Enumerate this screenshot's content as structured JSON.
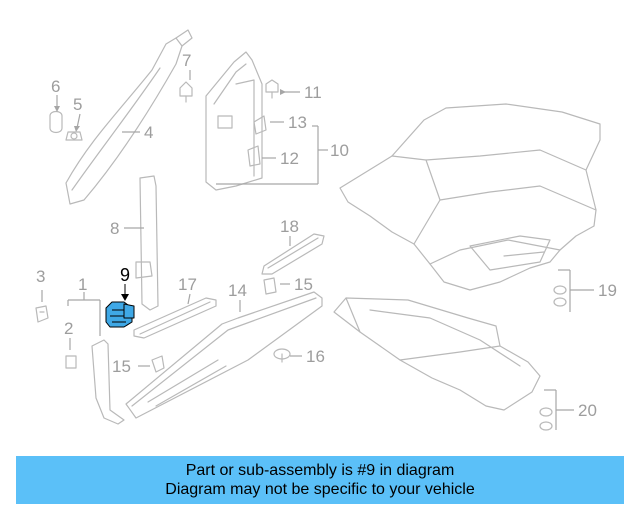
{
  "diagram": {
    "callouts": {
      "c1": "1",
      "c2": "2",
      "c3": "3",
      "c4": "4",
      "c5": "5",
      "c6": "6",
      "c7": "7",
      "c8": "8",
      "c9": "9",
      "c10": "10",
      "c11": "11",
      "c12": "12",
      "c13": "13",
      "c14": "14",
      "c15a": "15",
      "c15b": "15",
      "c16": "16",
      "c17": "17",
      "c18": "18",
      "c19": "19",
      "c20": "20"
    },
    "highlighted_part": "9",
    "highlight_color": "#3fa8e6"
  },
  "banner": {
    "line1": "Part or sub-assembly is #9 in diagram",
    "line2": "Diagram may not be specific to your vehicle",
    "background": "#5bc0f8"
  }
}
